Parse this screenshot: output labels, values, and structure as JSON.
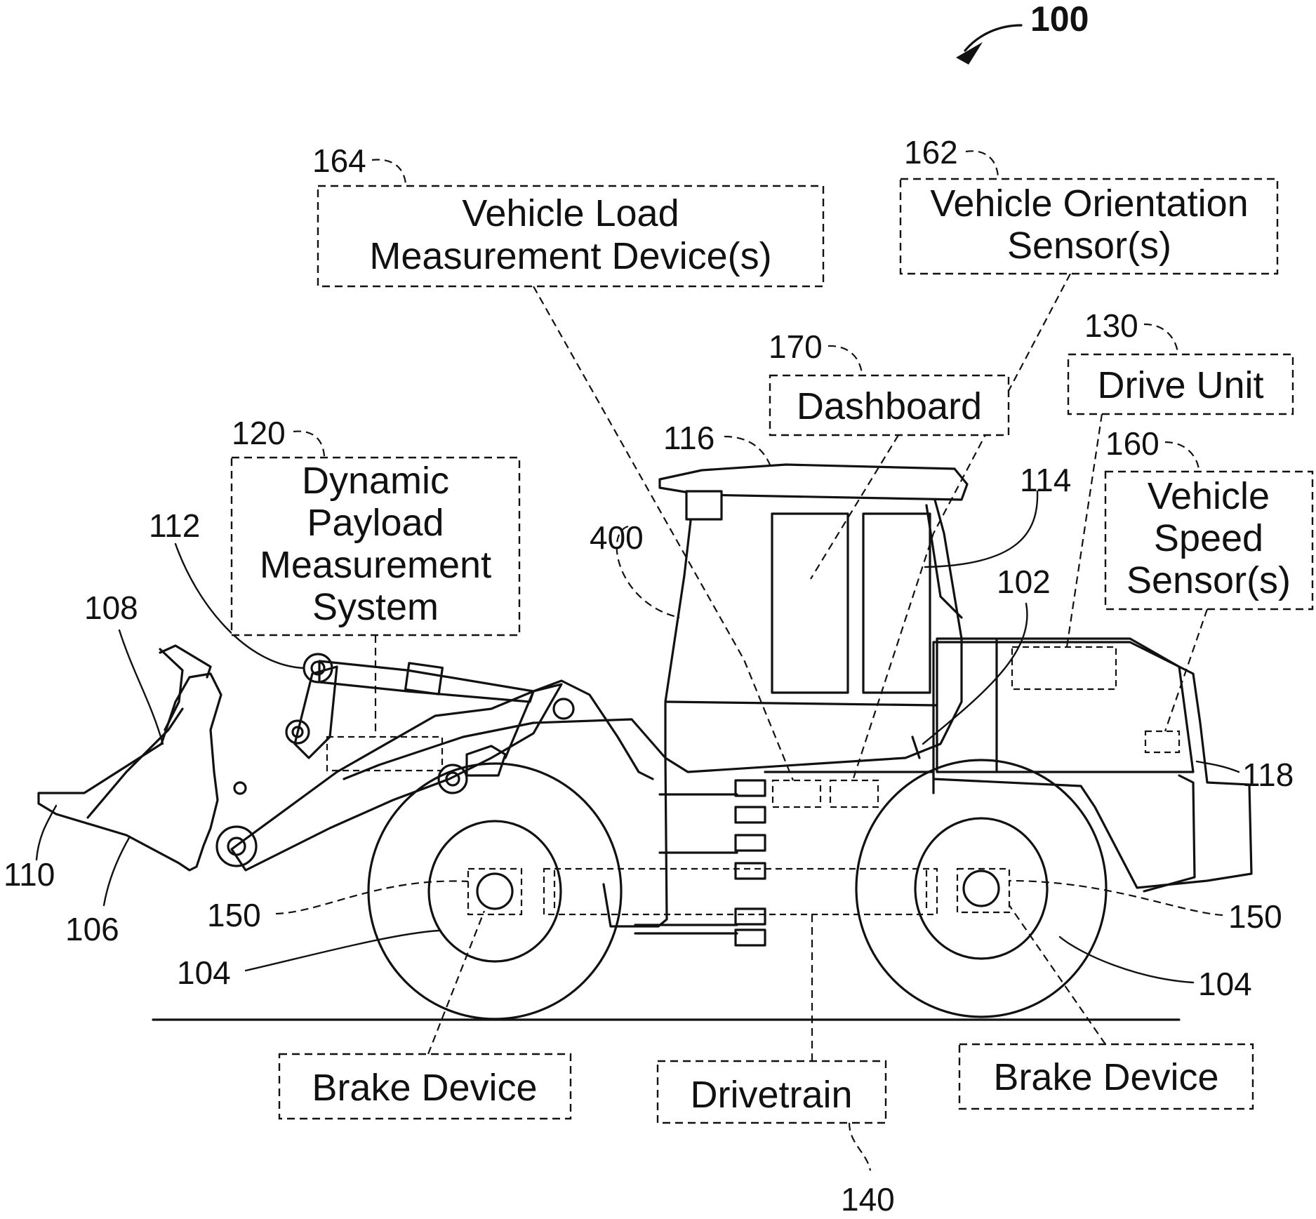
{
  "figure_number": "100",
  "boxes": {
    "load_device": [
      "Vehicle Load",
      "Measurement Device(s)"
    ],
    "orientation_sensor": [
      "Vehicle Orientation",
      "Sensor(s)"
    ],
    "dashboard": [
      "Dashboard"
    ],
    "drive_unit": [
      "Drive Unit"
    ],
    "speed_sensor": [
      "Vehicle",
      "Speed",
      "Sensor(s)"
    ],
    "payload_system": [
      "Dynamic",
      "Payload",
      "Measurement",
      "System"
    ],
    "brake_left": [
      "Brake Device"
    ],
    "drivetrain": [
      "Drivetrain"
    ],
    "brake_right": [
      "Brake Device"
    ]
  },
  "refs": {
    "r164": "164",
    "r162": "162",
    "r170": "170",
    "r130": "130",
    "r116": "116",
    "r114": "114",
    "r160": "160",
    "r120": "120",
    "r112": "112",
    "r108": "108",
    "r400": "400",
    "r102": "102",
    "r118": "118",
    "r110": "110",
    "r106": "106",
    "r150_left": "150",
    "r150_right": "150",
    "r104_left": "104",
    "r104_right": "104",
    "r140": "140"
  }
}
